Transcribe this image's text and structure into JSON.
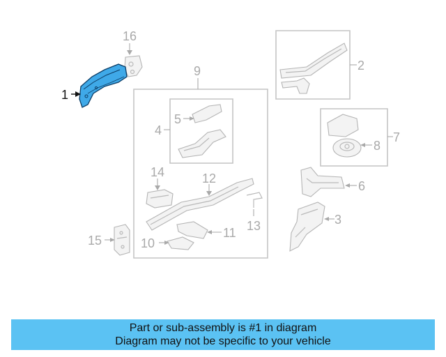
{
  "callouts": {
    "c1": "1",
    "c2": "2",
    "c3": "3",
    "c4": "4",
    "c5": "5",
    "c6": "6",
    "c7": "7",
    "c8": "8",
    "c9": "9",
    "c10": "10",
    "c11": "11",
    "c12": "12",
    "c13": "13",
    "c14": "14",
    "c15": "15",
    "c16": "16"
  },
  "highlighted_part": "1",
  "colors": {
    "highlight_part": "#3fa9e8",
    "banner_background": "#5bc2f3",
    "inactive_lines": "#b9b9b9"
  },
  "banner": {
    "line1": "Part or sub-assembly is #1 in diagram",
    "line2": "Diagram may not be specific to your vehicle"
  }
}
